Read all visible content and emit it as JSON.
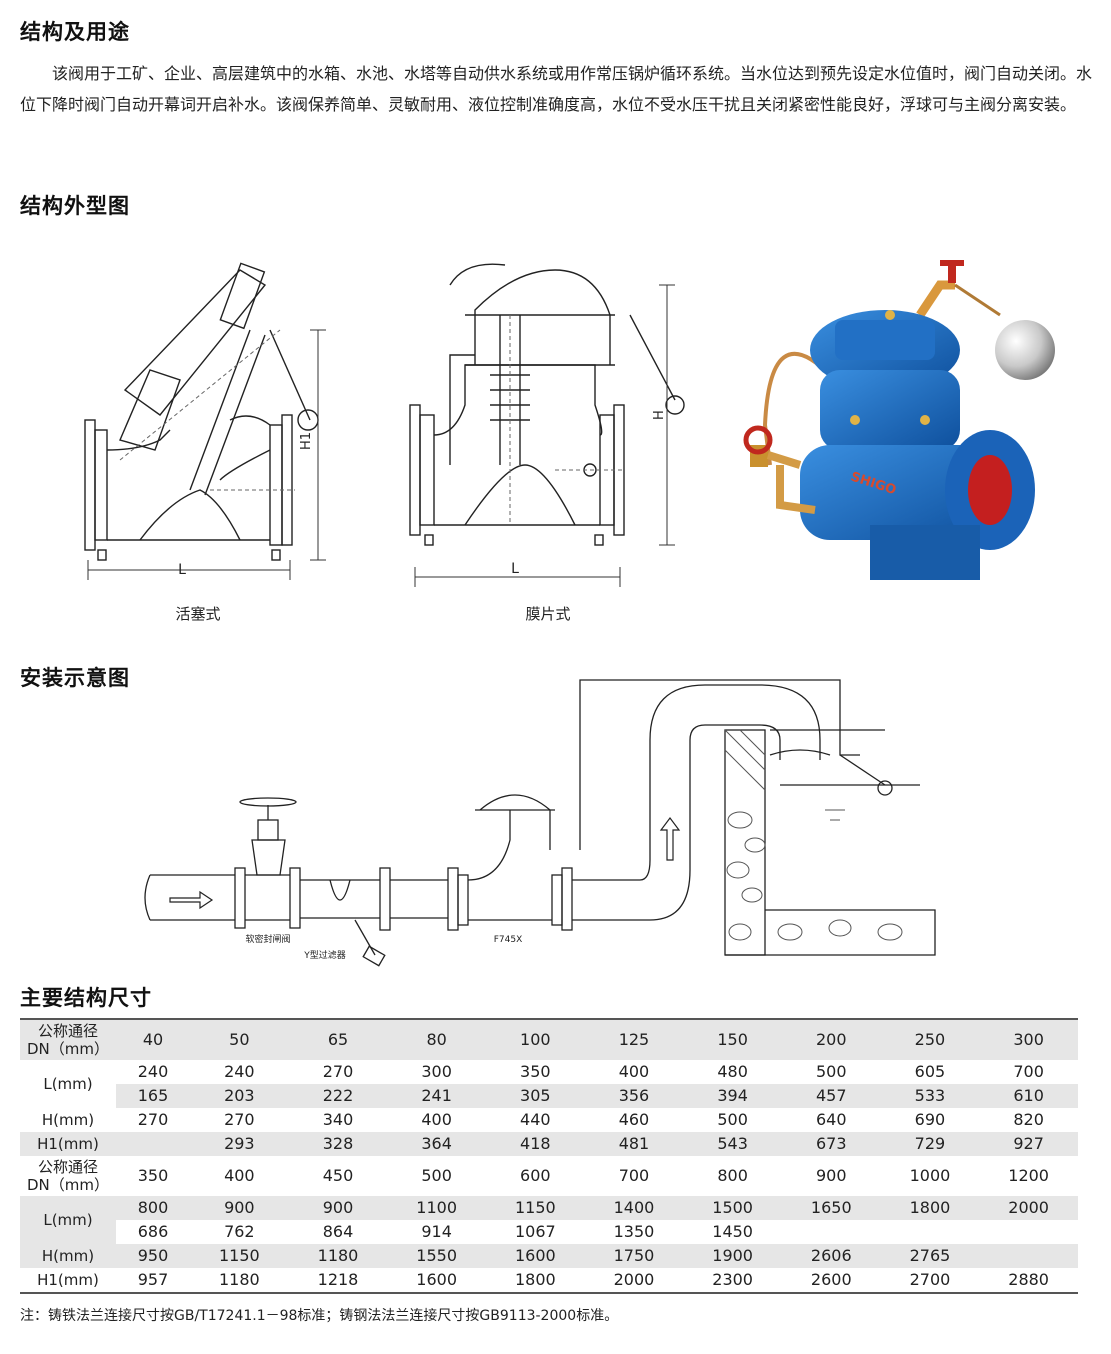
{
  "section1": {
    "title": "结构及用途",
    "body": "该阀用于工矿、企业、高层建筑中的水箱、水池、水塔等自动供水系统或用作常压锅炉循环系统。当水位达到预先设定水位值时，阀门自动关闭。水位下降时阀门自动开幕词开启补水。该阀保养简单、灵敏耐用、液位控制准确度高，水位不受水压干扰且关闭紧密性能良好，浮球可与主阀分离安装。"
  },
  "section2": {
    "title": "结构外型图",
    "fig1": {
      "caption": "活塞式",
      "dim_l": "L",
      "dim_h1": "H1"
    },
    "fig2": {
      "caption": "膜片式",
      "dim_l": "L",
      "dim_h": "H"
    },
    "photo": {
      "brand_text": "SHIGO"
    }
  },
  "section3": {
    "title": "安装示意图",
    "labels": {
      "gate_valve": "软密封闸阀",
      "strainer": "Y型过滤器",
      "main_valve": "F745X"
    }
  },
  "section4": {
    "title": "主要结构尺寸",
    "table1": {
      "dn_label_1": "公称通径",
      "dn_label_2": "DN（mm）",
      "dn": [
        "40",
        "50",
        "65",
        "80",
        "100",
        "125",
        "150",
        "200",
        "250",
        "300"
      ],
      "l_label": "L(mm)",
      "l_row1": [
        "240",
        "240",
        "270",
        "300",
        "350",
        "400",
        "480",
        "500",
        "605",
        "700"
      ],
      "l_row2": [
        "165",
        "203",
        "222",
        "241",
        "305",
        "356",
        "394",
        "457",
        "533",
        "610"
      ],
      "h_label": "H(mm)",
      "h": [
        "270",
        "270",
        "340",
        "400",
        "440",
        "460",
        "500",
        "640",
        "690",
        "820"
      ],
      "h1_label": "H1(mm)",
      "h1": [
        "",
        "293",
        "328",
        "364",
        "418",
        "481",
        "543",
        "673",
        "729",
        "927"
      ]
    },
    "table2": {
      "dn_label_1": "公称通径",
      "dn_label_2": "DN（mm）",
      "dn": [
        "350",
        "400",
        "450",
        "500",
        "600",
        "700",
        "800",
        "900",
        "1000",
        "1200"
      ],
      "l_label": "L(mm)",
      "l_row1": [
        "800",
        "900",
        "900",
        "1100",
        "1150",
        "1400",
        "1500",
        "1650",
        "1800",
        "2000"
      ],
      "l_row2": [
        "686",
        "762",
        "864",
        "914",
        "1067",
        "1350",
        "1450",
        "",
        "",
        ""
      ],
      "h_label": "H(mm)",
      "h": [
        "950",
        "1150",
        "1180",
        "1550",
        "1600",
        "1750",
        "1900",
        "2606",
        "2765",
        ""
      ],
      "h1_label": "H1(mm)",
      "h1": [
        "957",
        "1180",
        "1218",
        "1600",
        "1800",
        "2000",
        "2300",
        "2600",
        "2700",
        "2880"
      ]
    },
    "note": "注：铸铁法兰连接尺寸按GB/T17241.1－98标准；铸钢法法兰连接尺寸按GB9113-2000标准。"
  }
}
